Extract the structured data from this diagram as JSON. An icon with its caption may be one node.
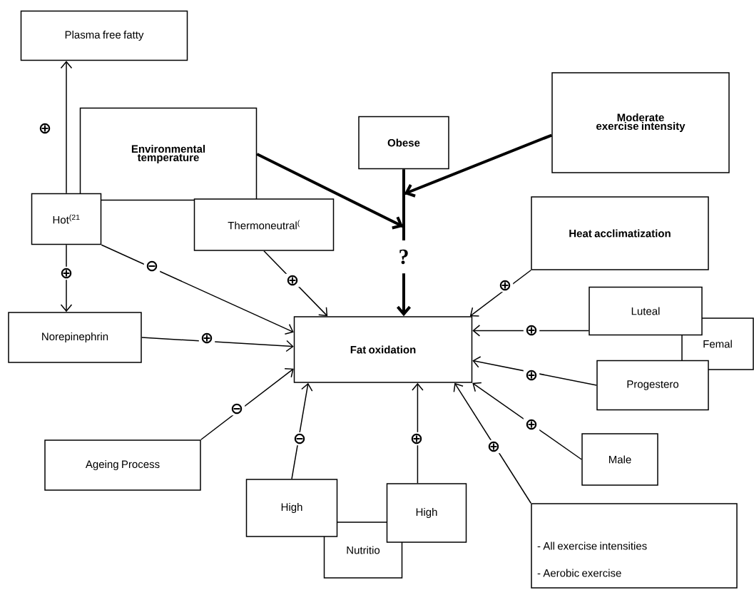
{
  "diagram": {
    "nodes": [
      {
        "text": [
          "Plasma free fatty"
        ]
      },
      {
        "text": [
          "Environmental temperature"
        ]
      },
      {
        "text": [
          "Obese"
        ]
      },
      {
        "text": [
          "Moderate exercise intensity"
        ]
      },
      {
        "text": [
          "Hot$^{(21}$"
        ]
      },
      {
        "text": [
          "Thermoneutral$^{(}$"
        ]
      },
      {
        "text": [
          "Heat acclimatization"
        ]
      },
      {
        "text": [
          "Norepinephrin"
        ]
      },
      {
        "text": [
          "Fat oxidation"
        ]
      },
      {
        "text": [
          "Luteal"
        ]
      },
      {
        "text": [
          "Femal"
        ]
      },
      {
        "text": [
          "Progestero"
        ]
      },
      {
        "text": [
          "Ageing Process"
        ]
      },
      {
        "text": [
          "Male"
        ]
      },
      {
        "text": [
          "High"
        ]
      },
      {
        "text": [
          "Nutritio"
        ]
      },
      {
        "text": [
          "High"
        ]
      },
      {
        "text": [
          "- All exercise intensities",
          "- Aerobic exercise"
        ]
      },
      {
        "text": [
          "?"
        ]
      }
    ],
    "edges": [
      {
        "from": 4,
        "to": 0,
        "arrow": "to",
        "label": "⊕"
      },
      {
        "from": 4,
        "to": 7,
        "arrow": "to",
        "label": "⊕"
      },
      {
        "from": 4,
        "to": 8,
        "arrow": "to",
        "label": "⊖"
      },
      {
        "from": 5,
        "to": 8,
        "arrow": "to",
        "label": "⊕"
      },
      {
        "from": 6,
        "to": 8,
        "arrow": "to",
        "label": "⊕"
      },
      {
        "from": 7,
        "to": 8,
        "arrow": "to",
        "label": "⊕"
      },
      {
        "from": 9,
        "to": 8,
        "arrow": "to",
        "label": "⊕"
      },
      {
        "from": 11,
        "to": 8,
        "arrow": "to",
        "label": "⊕"
      },
      {
        "from": 12,
        "to": 8,
        "arrow": "to",
        "label": "⊖"
      },
      {
        "from": 14,
        "to": 8,
        "arrow": "to",
        "label": "⊖"
      },
      {
        "from": 16,
        "to": 8,
        "arrow": "to",
        "label": "⊕"
      },
      {
        "from": 13,
        "to": 8,
        "arrow": "to",
        "label": "⊕"
      },
      {
        "from": 17,
        "to": 8,
        "arrow": "to",
        "label": "⊕"
      },
      {
        "from": 2,
        "to": 18,
        "arrow": "none",
        "style": "thick"
      },
      {
        "from": 1,
        "to": 18,
        "arrow": "to",
        "style": "thick"
      },
      {
        "from": 3,
        "to": 18,
        "arrow": "to",
        "style": "thick"
      },
      {
        "from": 18,
        "to": 8,
        "arrow": "to",
        "style": "thick"
      }
    ]
  }
}
